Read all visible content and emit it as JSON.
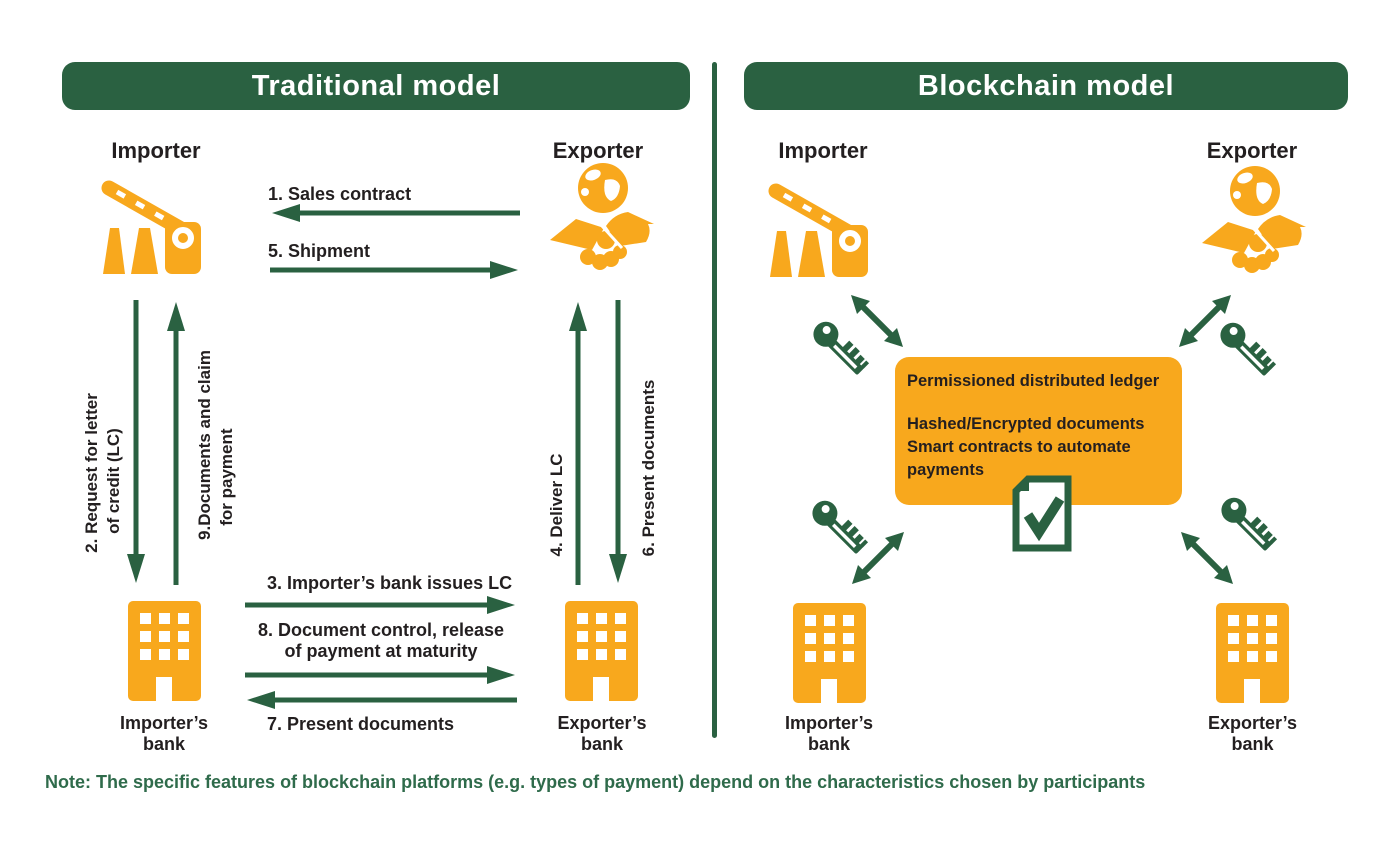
{
  "colors": {
    "green": "#2A6141",
    "amber": "#F8A81D",
    "ink": "#231F20",
    "note_green": "#2F6B4B"
  },
  "icons": {
    "importer": "road-barrier",
    "exporter": "globe-handshake",
    "bank": "building",
    "key": "encryption-key",
    "ledger_doc": "document-checkmark",
    "link": "double-headed-arrow"
  },
  "left_panel": {
    "title": "Traditional model",
    "importer": "Importer",
    "exporter": "Exporter",
    "importer_bank": "Importer’s bank",
    "exporter_bank": "Exporter’s bank",
    "flows": {
      "sales_contract": "1. Sales contract",
      "request_lc": "2. Request for letter\n    of credit (LC)",
      "bank_issues_lc": "3. Importer’s bank issues LC",
      "deliver_lc": "4. Deliver LC",
      "shipment": "5. Shipment",
      "present_documents_to_bank": "6. Present documents",
      "present_documents_between_banks": "7. Present documents",
      "document_control": "8. Document control, release\nof payment at maturity",
      "documents_claim": "9.Documents and claim\n   for payment"
    }
  },
  "right_panel": {
    "title": "Blockchain model",
    "importer": "Importer",
    "exporter": "Exporter",
    "importer_bank": "Importer’s bank",
    "exporter_bank": "Exporter’s bank",
    "ledger_box": {
      "title": "Permissioned distributed ledger",
      "body": "Hashed/Encrypted documents\nSmart contracts to automate\npayments"
    }
  },
  "note": "Note: The specific features of blockchain platforms (e.g. types of payment) depend on the characteristics chosen by participants"
}
